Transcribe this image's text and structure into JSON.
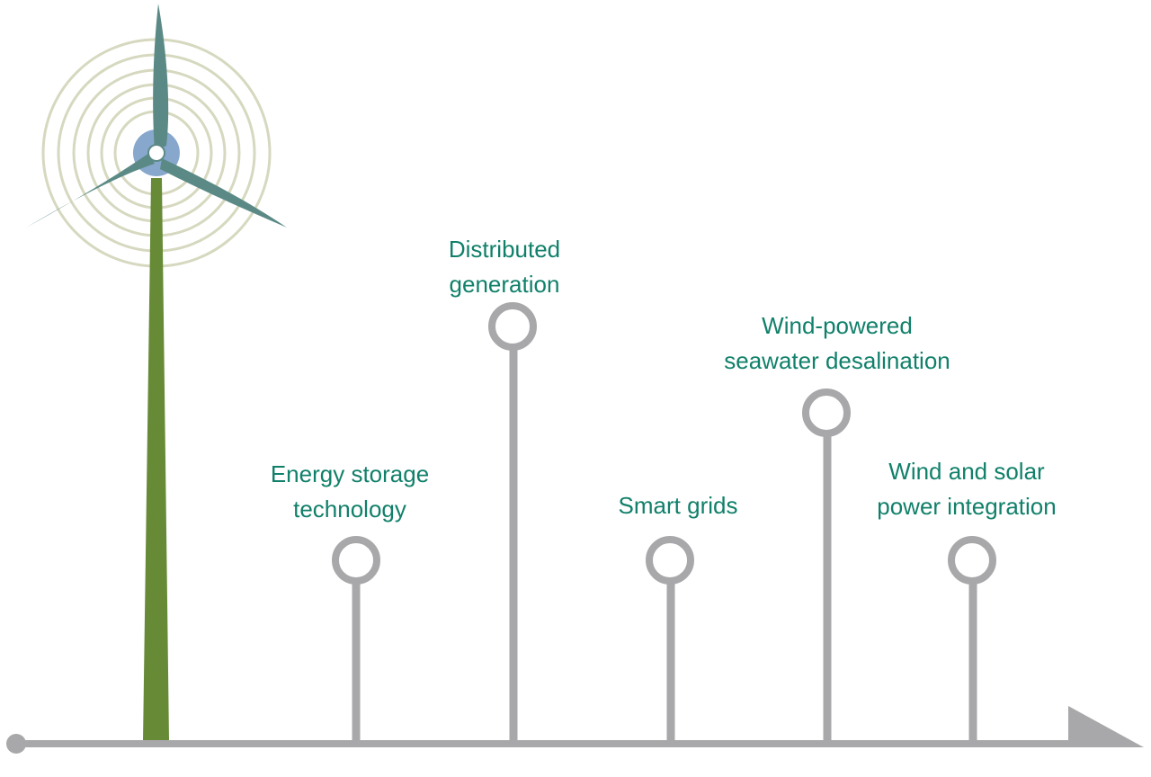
{
  "milestones": [
    {
      "line1": "Energy storage",
      "line2": "technology"
    },
    {
      "line1": "Distributed",
      "line2": "generation"
    },
    {
      "line1": "Smart grids",
      "line2": ""
    },
    {
      "line1": "Wind-powered",
      "line2": "seawater desalination"
    },
    {
      "line1": "Wind and solar",
      "line2": "power integration"
    }
  ],
  "colors": {
    "label_text": "#11806a",
    "tower": "#678a37",
    "blades": "#5b8a86",
    "hub": "#87a8cc",
    "rings": "#d6d8bf",
    "axis": "#a8a8aa"
  }
}
